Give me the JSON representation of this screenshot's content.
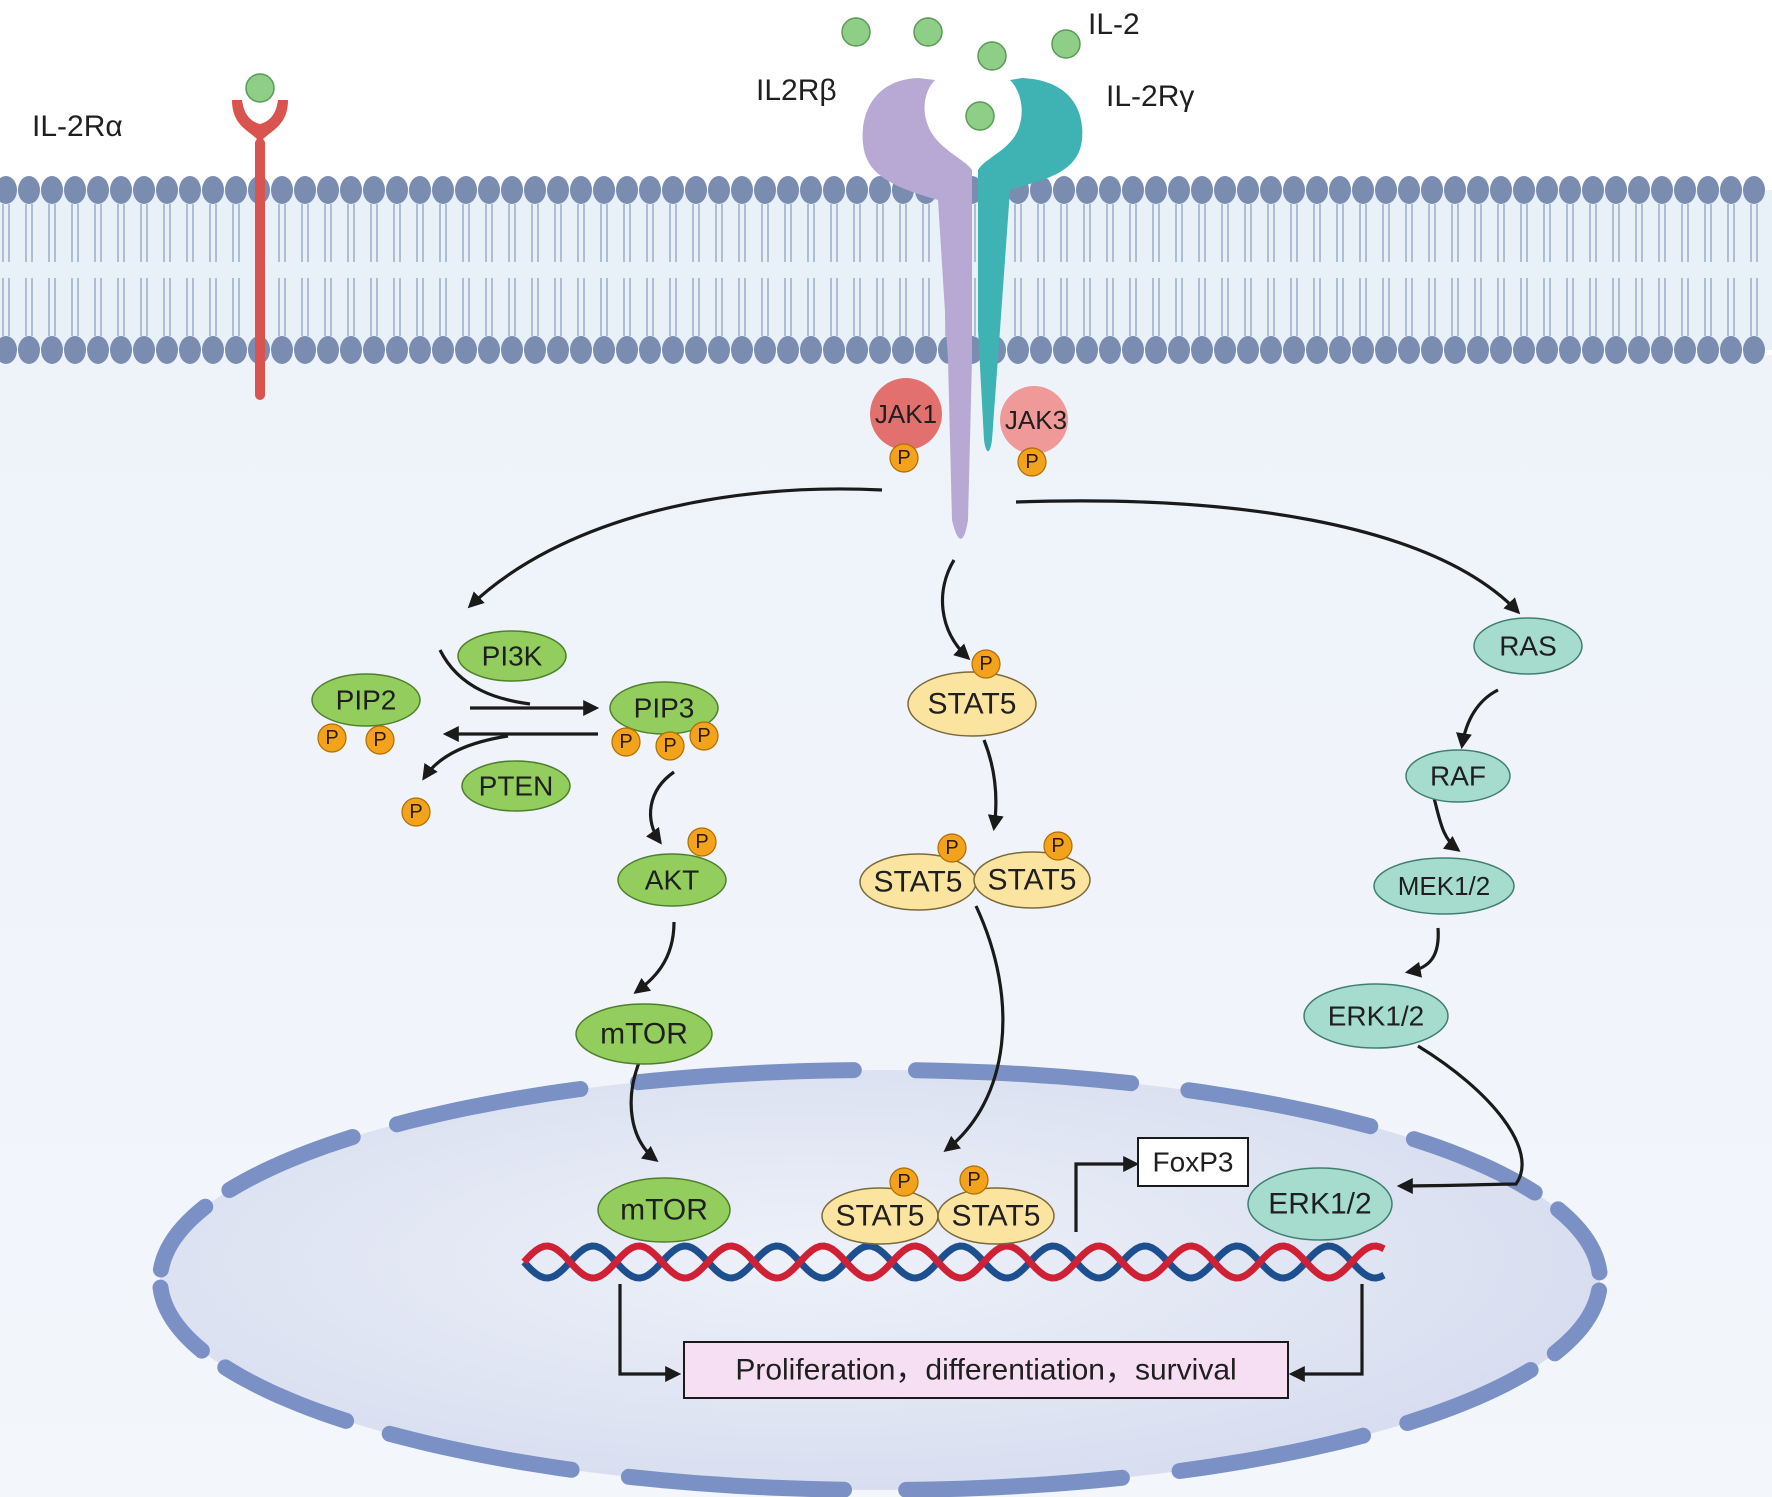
{
  "labels": {
    "il2": "IL-2",
    "il2ra": "IL-2Rα",
    "il2rb": "IL2Rβ",
    "il2rg": "IL-2Rγ"
  },
  "kinases": {
    "jak1": "JAK1",
    "jak3": "JAK3"
  },
  "pi3k_pathway": {
    "pi3k": "PI3K",
    "pip2": "PIP2",
    "pip3": "PIP3",
    "pten": "PTEN",
    "akt": "AKT",
    "mtor": "mTOR",
    "mtor_nuclear": "mTOR"
  },
  "stat_pathway": {
    "stat5": "STAT5",
    "dimer_left": "STAT5",
    "dimer_right": "STAT5",
    "nuclear_left": "STAT5",
    "nuclear_right": "STAT5"
  },
  "mapk_pathway": {
    "ras": "RAS",
    "raf": "RAF",
    "mek": "MEK1/2",
    "erk": "ERK1/2",
    "erk_nuclear": "ERK1/2"
  },
  "phospho_label": "P",
  "outputs": {
    "foxp3": "FoxP3",
    "outcome": "Proliferation，differentiation，survival"
  },
  "colors": {
    "il2": "#8fce86",
    "il2ra": "#d9534f",
    "il2rb": "#b7a9d4",
    "il2rg": "#3fb3b3",
    "jak1": "#e2706e",
    "jak3": "#ef9a98",
    "phospho": "#f2a31b",
    "pi3k_nodes": "#93cd5e",
    "stat5": "#fbe3a0",
    "mapk_nodes": "#a5dccd",
    "membrane": "#7a8cb0",
    "nucleus": "#dde3f1",
    "nuclear_envelope": "#7b91c6",
    "dna_red": "#cf2136",
    "dna_blue": "#1d4f8e",
    "outcome_box": "#f6dff2"
  }
}
